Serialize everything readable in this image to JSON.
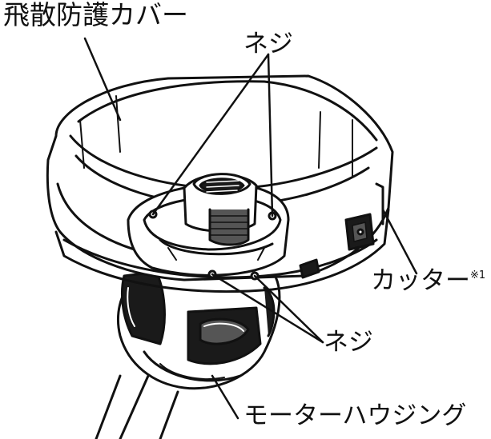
{
  "labels": {
    "spray_guard": "飛散防護カバー",
    "screw_top": "ネジ",
    "screw_bottom": "ネジ",
    "cutter": "カッター",
    "cutter_note": "※1",
    "motor_housing": "モーターハウジング"
  },
  "colors": {
    "line": "#111111",
    "fill_dark": "#1a1a1a",
    "fill_mid": "#555555",
    "fill_light": "#ffffff",
    "background": "#ffffff"
  }
}
